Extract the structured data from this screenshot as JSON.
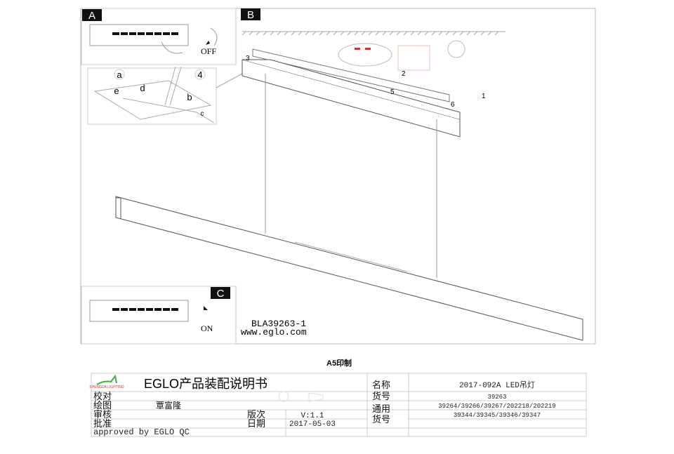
{
  "panels": {
    "a_label": "A",
    "b_label": "B",
    "c_label": "C",
    "a_switch_text": "OFF",
    "c_switch_text": "ON",
    "detail_letters": [
      "a",
      "b",
      "c",
      "d",
      "e"
    ],
    "detail_step": "4",
    "steps": [
      "1",
      "2",
      "3",
      "5",
      "6"
    ]
  },
  "model_code": "BLA39263-1",
  "website": "www.eglo.com",
  "print_note": "A5印制",
  "title_block": {
    "logo_text": "SHENGDA LIGHTING",
    "title": "EGLO产品装配说明书",
    "rows": {
      "check_label": "校对",
      "draw_label": "绘图",
      "draw_value": "覃富隆",
      "review_label": "审核",
      "approve_label": "批准",
      "version_label": "版次",
      "version_value": "V:1.1",
      "date_label": "日期",
      "date_value": "2017-05-03",
      "approved_by": "approved by EGLO QC"
    },
    "name_label": "名称",
    "name_value": "2017-092A LED吊灯",
    "item_label": "货号",
    "item_value": "39263",
    "common_label_1": "通用",
    "common_label_2": "货号",
    "common_value_1": "39264/39266/39267/202218/202219",
    "common_value_2": "39344/39345/39346/39347"
  }
}
